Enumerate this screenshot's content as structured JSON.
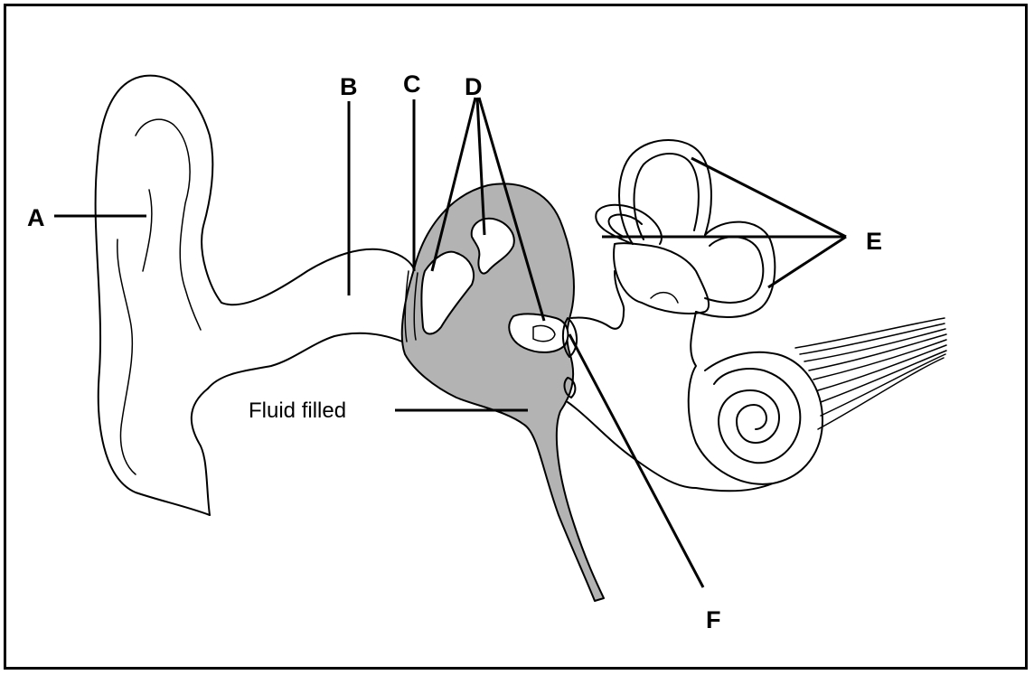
{
  "labels": {
    "a": "A",
    "b": "B",
    "c": "C",
    "d": "D",
    "e": "E",
    "f": "F",
    "fluid": "Fluid filled"
  },
  "colors": {
    "fluid_fill": "#b3b3b3",
    "line": "#000000",
    "background": "#ffffff"
  }
}
